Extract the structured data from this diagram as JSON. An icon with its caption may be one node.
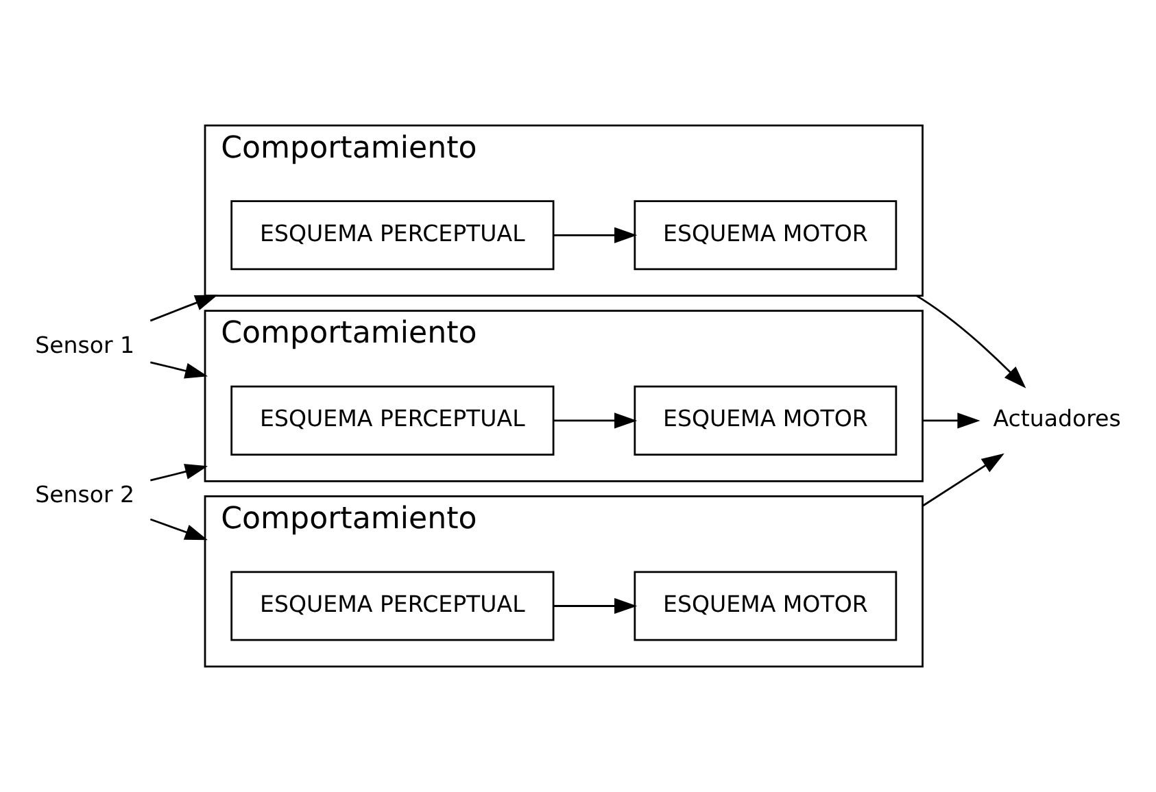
{
  "diagram": {
    "nodes": [
      {
        "text": [
          "Sensor 1"
        ]
      },
      {
        "text": [
          "Sensor 2"
        ]
      },
      {
        "text": [
          "Comportamiento"
        ]
      },
      {
        "text": [
          "ESQUEMA PERCEPTUAL"
        ],
        "in": 2
      },
      {
        "text": [
          "ESQUEMA MOTOR"
        ],
        "in": 2
      },
      {
        "text": [
          "Comportamiento"
        ]
      },
      {
        "text": [
          "ESQUEMA PERCEPTUAL"
        ],
        "in": 5
      },
      {
        "text": [
          "ESQUEMA MOTOR"
        ],
        "in": 5
      },
      {
        "text": [
          "Comportamiento"
        ]
      },
      {
        "text": [
          "ESQUEMA PERCEPTUAL"
        ],
        "in": 8
      },
      {
        "text": [
          "ESQUEMA MOTOR"
        ],
        "in": 8
      },
      {
        "text": [
          "Actuadores"
        ]
      }
    ],
    "edges": [
      {
        "from": 0,
        "to": 2,
        "arrow": "to"
      },
      {
        "from": 0,
        "to": 5,
        "arrow": "to"
      },
      {
        "from": 1,
        "to": 5,
        "arrow": "to"
      },
      {
        "from": 1,
        "to": 8,
        "arrow": "to"
      },
      {
        "from": 3,
        "to": 4,
        "arrow": "to"
      },
      {
        "from": 6,
        "to": 7,
        "arrow": "to"
      },
      {
        "from": 9,
        "to": 10,
        "arrow": "to"
      },
      {
        "from": 2,
        "to": 11,
        "arrow": "to"
      },
      {
        "from": 5,
        "to": 11,
        "arrow": "to"
      },
      {
        "from": 8,
        "to": 11,
        "arrow": "to"
      }
    ]
  }
}
